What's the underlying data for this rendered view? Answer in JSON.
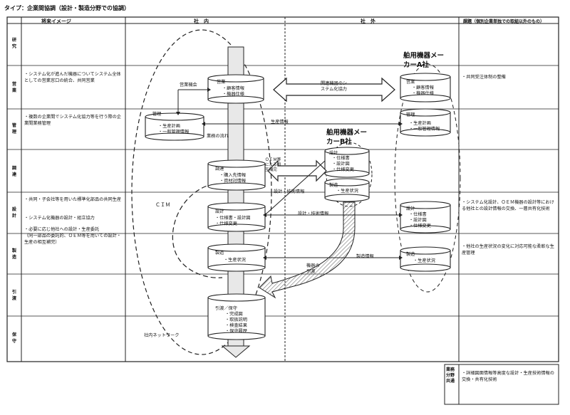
{
  "title": "タイプ：企業間協調（設計・製造分野での協調）",
  "headers": {
    "image": "将来イメージ",
    "in_company": "社　内",
    "out_company": "社　外",
    "issues": "課題（個別企業単独での取組以外のもの）"
  },
  "rows": [
    "研\n究",
    "営\n業",
    "管\n理",
    "調\n達",
    "設\n計",
    "製\n造",
    "引\n渡",
    "保\n守"
  ],
  "image_notes": {
    "eigyo": "・システム化が進んだ機器についてシステム全体としての営業窓口の統合、共同営業",
    "kanri": "・複数の企業間でシステム化協力等を行う際の企業間業務管理",
    "sekkei1": "・共同・子会社等を用いた標準化部品の共同生産",
    "sekkei2": "・システム化機器の設計・組立協力",
    "sekkei3": "・必要に応じ他社への設計・生産委託\n（同一部品の委託的、ＯＥＭ等を用いての設計・生産の相互補完）"
  },
  "issues_notes": {
    "eigyo": "・共同受注体制の整備",
    "sekkei": "・システム化設計、ＯＥＭ機器の設計等における他社との設計情報の交換、一層共有化技術",
    "seizo": "・他社の生産状況の変化に対応可能な柔軟な生産管理"
  },
  "bottom": {
    "label": "業務分野共通",
    "note": "・詳細図面情報等高度な設計・生産技術情報の交換・共有化技術"
  },
  "internal": {
    "eigyo": {
      "title": "営業",
      "items": "・顧客情報\n・機器仕様"
    },
    "kanri": {
      "title": "管理",
      "items": "・生産計画\n・一般管理情報"
    },
    "chotatsu": {
      "title": "調達",
      "items": "・購入先情報\n・資材対情報"
    },
    "sekkei": {
      "title": "設計",
      "items": "・仕様書・設計図\n・仕様変更"
    },
    "seizo": {
      "title": "製造",
      "items": "・生産状況"
    },
    "hikiwatashi": {
      "title": "引渡／保守",
      "items": "・完成図\n・取扱説明\n・検査結果\n・保守履歴"
    }
  },
  "company_a": {
    "name": "舶用機器メー\nカーA社",
    "eigyo": {
      "title": "営業",
      "items": "・顧客情報\n・機器仕様"
    },
    "kanri": {
      "title": "管理",
      "items": "・生産計画\n・一般管理情報"
    },
    "sekkei": {
      "title": "設計",
      "items": "・仕様書\n・設計図\n・仕様変更"
    },
    "seizo": {
      "title": "製造",
      "items": "・生産状況"
    }
  },
  "company_b": {
    "name": "舶用機器メー\nカーB社",
    "sekkei": {
      "title": "設計",
      "items": "・仕様書\n・設計図\n・仕様変更"
    },
    "seizo": {
      "title": "製造",
      "items": "・生産状況"
    }
  },
  "labels": {
    "eigyo_kikai": "営業機会",
    "kanren_kiki": "関連機器のシ\nステム化協力",
    "seisan_joho": "生産情報",
    "gyomu_nagare": "業務の流れ",
    "oem": "ＯＥＭ等\nによる相\n互補完",
    "sekkei_gijutsu": "設計・技術情報",
    "sekkei_gijutsu2": "設計・技術情報",
    "seizo_joho": "製造情報",
    "kiki_hikiwatashi": "機器の\n引渡",
    "cim": "ＣＩＭ",
    "network": "社内ネットワーク"
  }
}
